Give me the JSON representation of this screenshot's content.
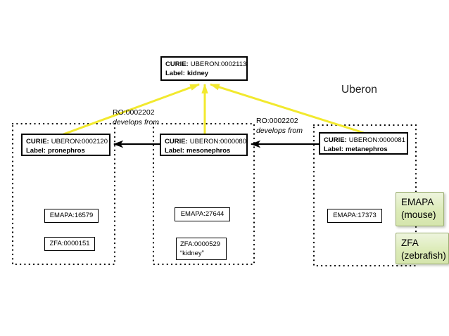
{
  "ontology_label": "Uberon",
  "nodes": {
    "kidney": {
      "curie_label": "CURIE:",
      "curie_value": "UBERON:0002113",
      "name_label": "Label:",
      "name_value": "kidney"
    },
    "pronephros": {
      "curie_label": "CURIE:",
      "curie_value": "UBERON:0002120",
      "name_label": "Label:",
      "name_value": "pronephros"
    },
    "mesonephros": {
      "curie_label": "CURIE:",
      "curie_value": "UBERON:0000080",
      "name_label": "Label:",
      "name_value": "mesonephros"
    },
    "metanephros": {
      "curie_label": "CURIE:",
      "curie_value": "UBERON:0000081",
      "name_label": "Label:",
      "name_value": "metanephros"
    }
  },
  "xrefs": {
    "pronephros": {
      "emapa": "EMAPA:16579",
      "zfa": "ZFA:0000151"
    },
    "mesonephros": {
      "emapa": "EMAPA:27644",
      "zfa_line1": "ZFA:0000529",
      "zfa_line2": "“kidney”"
    },
    "metanephros": {
      "emapa": "EMAPA:17373"
    }
  },
  "relations": {
    "meso_to_pro": {
      "id": "RO:0002202",
      "label": "develops from"
    },
    "meta_to_meso": {
      "id": "RO:0002202",
      "label": "develops from"
    }
  },
  "legend": {
    "emapa": {
      "line1": "EMAPA",
      "line2": "(mouse)"
    },
    "zfa": {
      "line1": "ZFA",
      "line2": "(zebrafish)"
    }
  },
  "colors": {
    "edge_yellow": "#f2e92e",
    "edge_black": "#000000",
    "legend_green_fill": "#dcebb8",
    "legend_green_border": "#9cae74"
  }
}
